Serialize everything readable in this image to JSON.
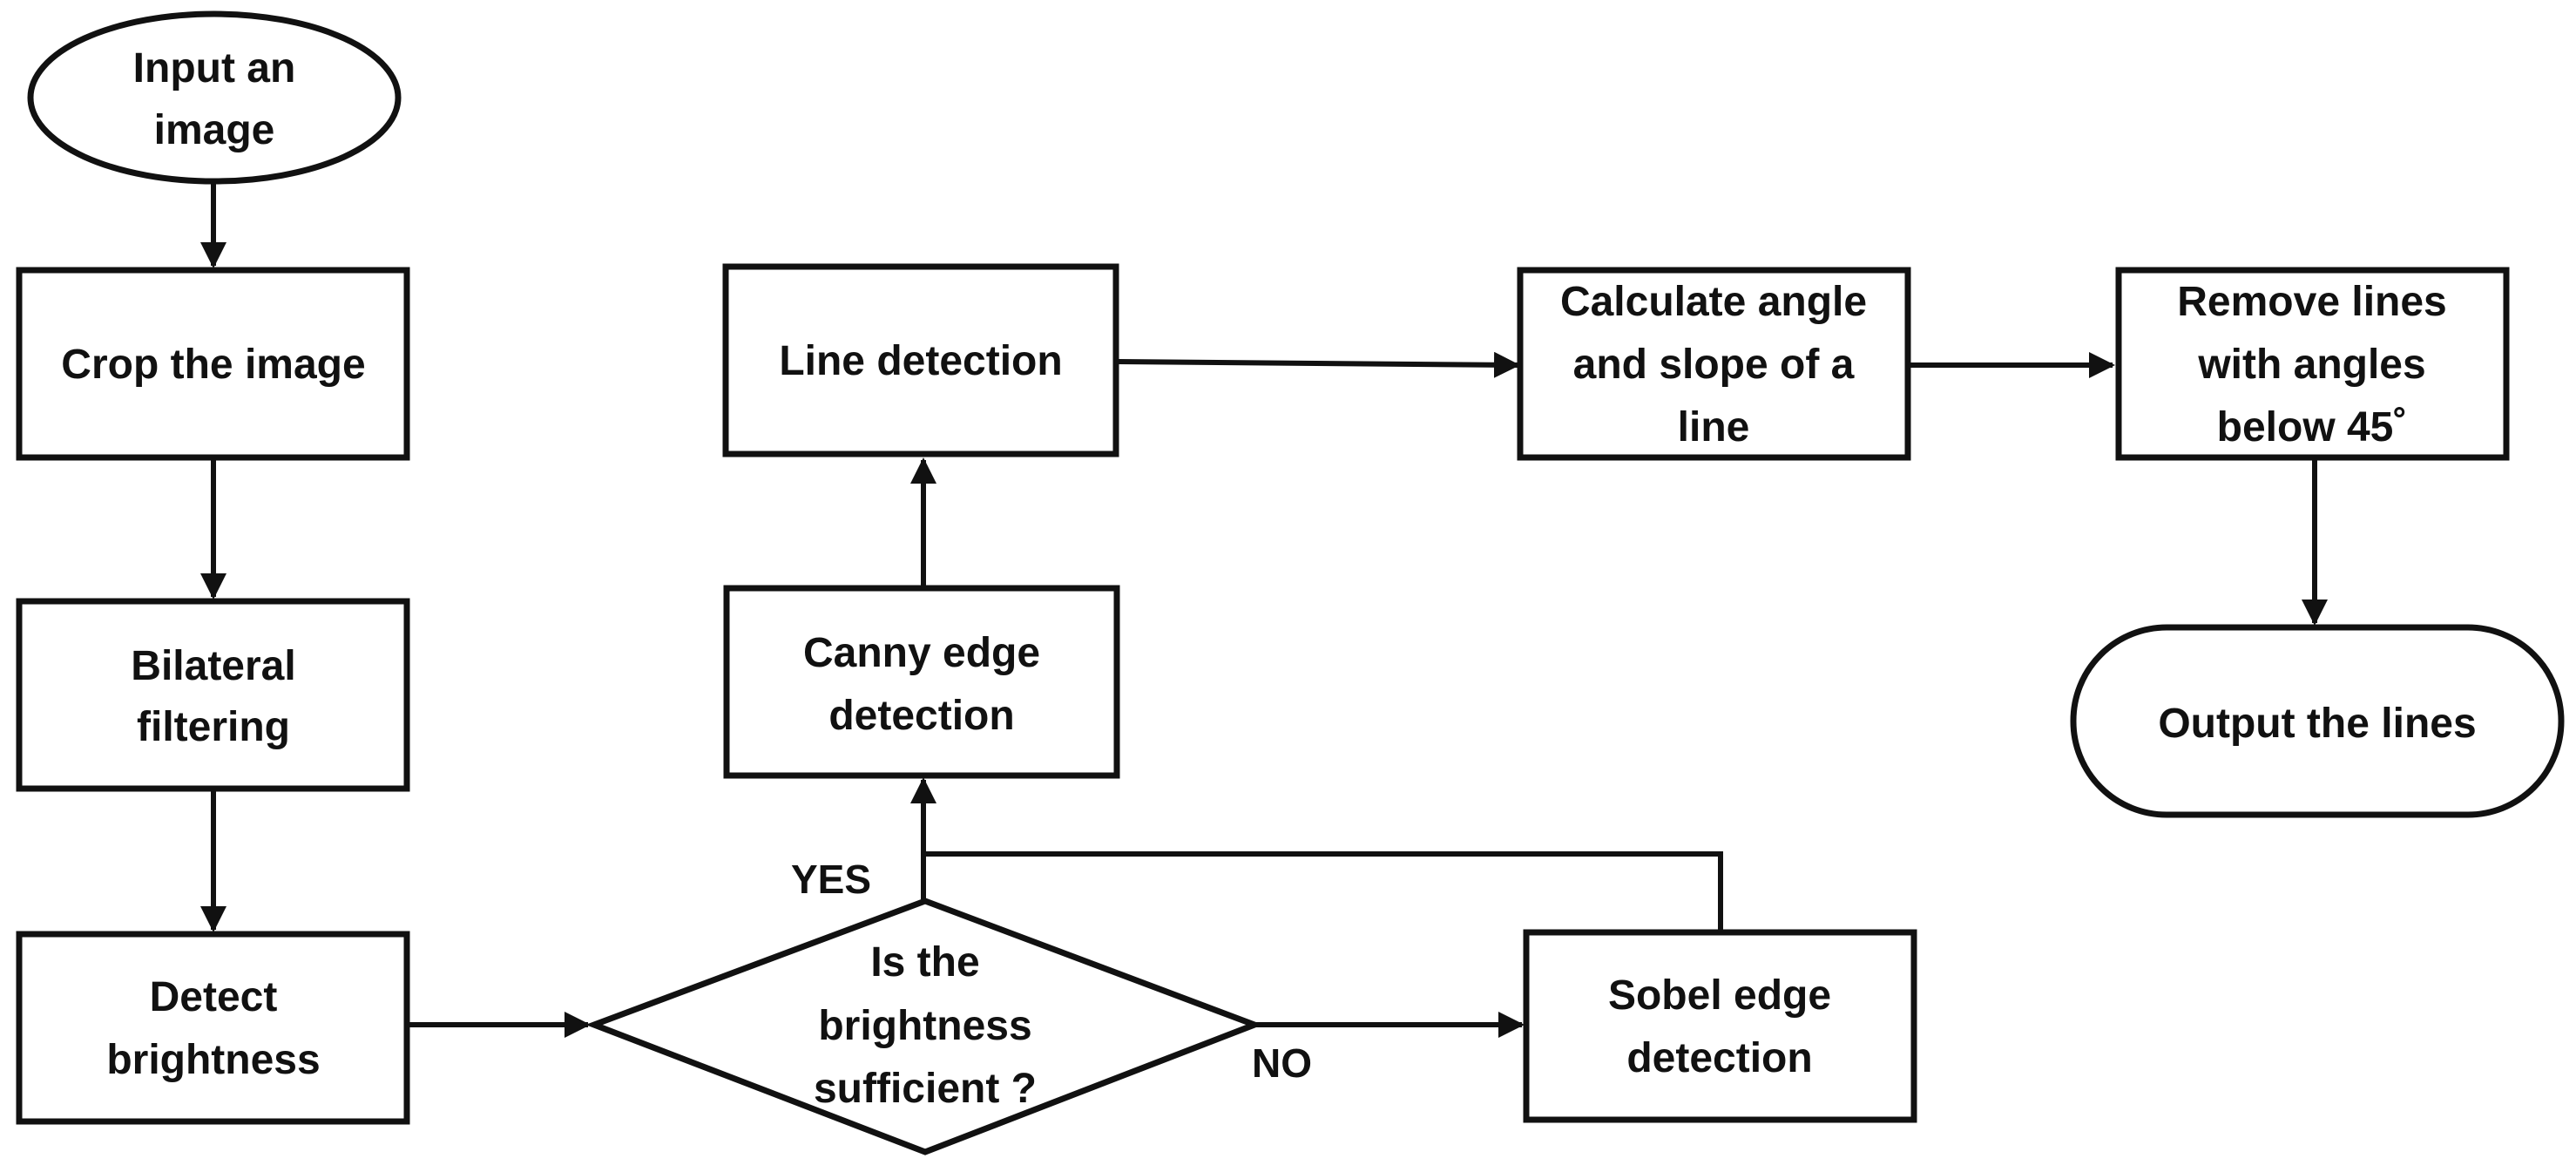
{
  "nodes": {
    "input_image": {
      "shape": "ellipse",
      "lines": [
        "Input an",
        "image"
      ]
    },
    "crop_image": {
      "shape": "rect",
      "lines": [
        "Crop the image"
      ]
    },
    "bilateral_filtering": {
      "shape": "rect",
      "lines": [
        "Bilateral",
        "filtering"
      ]
    },
    "detect_brightness": {
      "shape": "rect",
      "lines": [
        "Detect",
        "brightness"
      ]
    },
    "brightness_decision": {
      "shape": "diamond",
      "lines": [
        "Is the",
        "brightness",
        "sufficient ?"
      ]
    },
    "sobel_edge": {
      "shape": "rect",
      "lines": [
        "Sobel edge",
        "detection"
      ]
    },
    "canny_edge": {
      "shape": "rect",
      "lines": [
        "Canny edge",
        "detection"
      ]
    },
    "line_detection": {
      "shape": "rect",
      "lines": [
        "Line detection"
      ]
    },
    "calculate_angle": {
      "shape": "rect",
      "lines": [
        "Calculate angle",
        "and slope of a",
        "line"
      ]
    },
    "remove_lines": {
      "shape": "rect",
      "lines": [
        "Remove lines",
        "with angles",
        "below 45˚"
      ]
    },
    "output_lines": {
      "shape": "stadium",
      "lines": [
        "Output the lines"
      ]
    }
  },
  "edges": [
    {
      "from": "input_image",
      "to": "crop_image",
      "label": ""
    },
    {
      "from": "crop_image",
      "to": "bilateral_filtering",
      "label": ""
    },
    {
      "from": "bilateral_filtering",
      "to": "detect_brightness",
      "label": ""
    },
    {
      "from": "detect_brightness",
      "to": "brightness_decision",
      "label": ""
    },
    {
      "from": "brightness_decision",
      "to": "canny_edge",
      "label": "YES"
    },
    {
      "from": "brightness_decision",
      "to": "sobel_edge",
      "label": "NO"
    },
    {
      "from": "sobel_edge",
      "to": "canny_edge",
      "label": ""
    },
    {
      "from": "canny_edge",
      "to": "line_detection",
      "label": ""
    },
    {
      "from": "line_detection",
      "to": "calculate_angle",
      "label": ""
    },
    {
      "from": "calculate_angle",
      "to": "remove_lines",
      "label": ""
    },
    {
      "from": "remove_lines",
      "to": "output_lines",
      "label": ""
    }
  ],
  "edge_labels": {
    "yes": "YES",
    "no": "NO"
  }
}
